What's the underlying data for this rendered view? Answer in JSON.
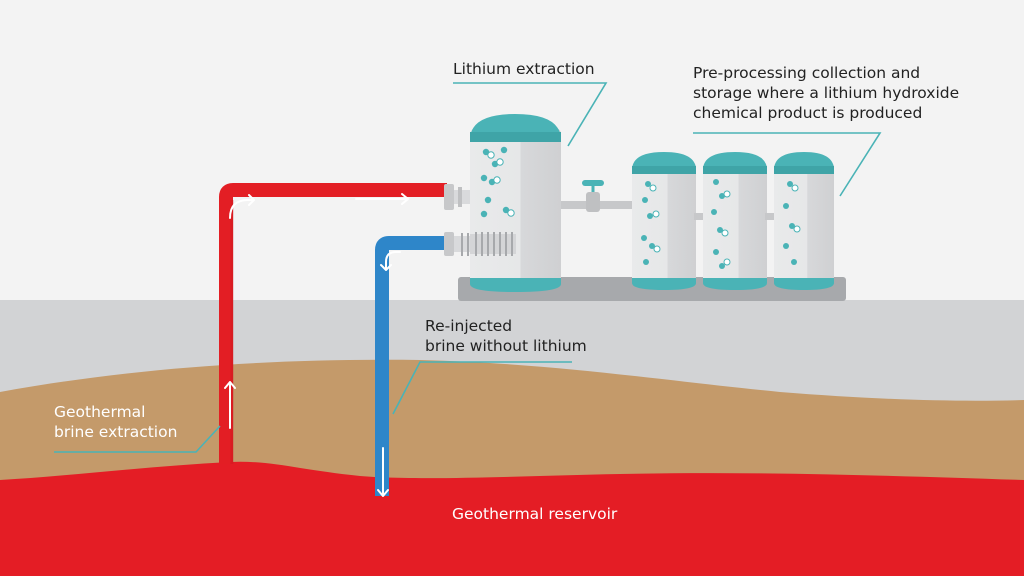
{
  "labels": {
    "lithium_extraction": "Lithium extraction",
    "pre_processing": [
      "Pre-processing collection and",
      "storage where a lithium hydroxide",
      "chemical product is produced"
    ],
    "reinjected": [
      "Re-injected",
      "brine without lithium"
    ],
    "geothermal_brine": [
      "Geothermal",
      "brine extraction"
    ],
    "reservoir": "Geothermal reservoir"
  },
  "colors": {
    "background": "#f3f3f3",
    "surface_layer": "#d2d3d5",
    "soil_layer": "#c49a6a",
    "reservoir": "#e41d25",
    "hot_pipe": "#e31e24",
    "cold_pipe": "#2e86c9",
    "tank_body": "#e6e7e8",
    "tank_cap": "#4ab3b6",
    "leader_line": "#4ab3b6",
    "platform": "#a7a9ac"
  },
  "icons": {
    "flow_arrow": "arrow-icon",
    "valve": "valve-icon",
    "heat_exchanger": "heat-exchanger-icon",
    "bubbles": "lithium-particle-icon"
  }
}
